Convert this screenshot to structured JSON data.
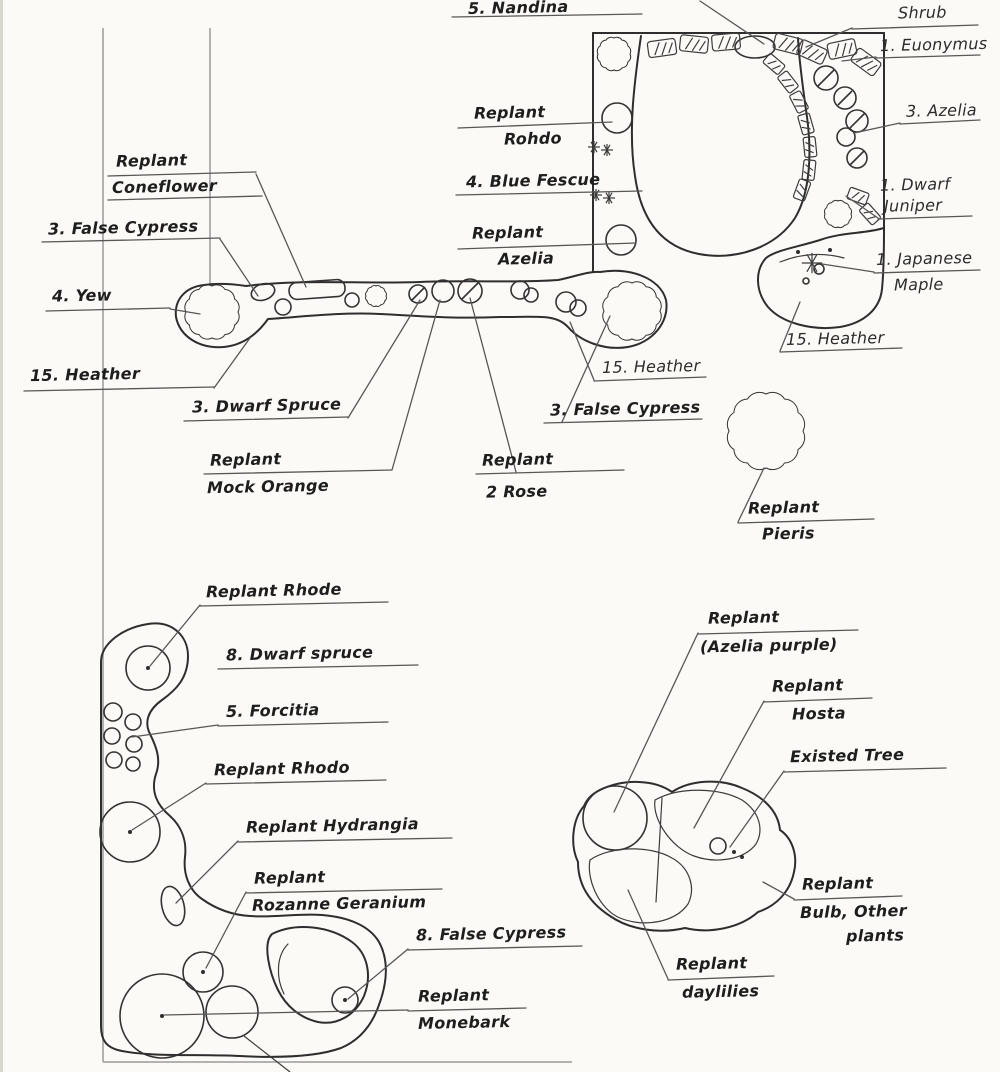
{
  "colors": {
    "ink": "#2e2e2e",
    "paper": "#fbfaf6",
    "pencil": "#9a9a9a"
  },
  "labels": {
    "nandina": "5. Nandina",
    "shrub": "Shrub",
    "euonymus": "1. Euonymus",
    "azelia3": "3. Azelia",
    "dwarf_juniper_1": "1. Dwarf",
    "dwarf_juniper_2": "Juniper",
    "japanese_maple_1": "1. Japanese",
    "japanese_maple_2": "Maple",
    "heather_right": "15. Heather",
    "rohdo_1": "Replant",
    "rohdo_2": "Rohdo",
    "blue_fescue": "4. Blue Fescue",
    "azelia_replant_1": "Replant",
    "azelia_replant_2": "Azelia",
    "coneflower_1": "Replant",
    "coneflower_2": "Coneflower",
    "false_cypress_left": "3. False Cypress",
    "yew": "4. Yew",
    "heather_left": "15. Heather",
    "dwarf_spruce_mid": "3. Dwarf Spruce",
    "heather_mid": "15. Heather",
    "false_cypress_mid": "3. False Cypress",
    "mock_orange_1": "Replant",
    "mock_orange_2": "Mock Orange",
    "rose_1": "Replant",
    "rose_2": "2 Rose",
    "pieris_1": "Replant",
    "pieris_2": "Pieris",
    "rhode": "Replant Rhode",
    "dwarf_spruce_8": "8. Dwarf spruce",
    "forcitia": "5. Forcitia",
    "rhodo": "Replant Rhodo",
    "hydrangia": "Replant Hydrangia",
    "rozanne_1": "Replant",
    "rozanne_2": "Rozanne Geranium",
    "false_cypress_8": "8. False Cypress",
    "monebark_1": "Replant",
    "monebark_2": "Monebark",
    "azelia_purple_1": "Replant",
    "azelia_purple_2": "(Azelia purple)",
    "hosta_1": "Replant",
    "hosta_2": "Hosta",
    "existed_tree": "Existed Tree",
    "bulb_1": "Replant",
    "bulb_2": "Bulb, Other",
    "bulb_3": "plants",
    "daylilies_1": "Replant",
    "daylilies_2": "daylilies"
  }
}
